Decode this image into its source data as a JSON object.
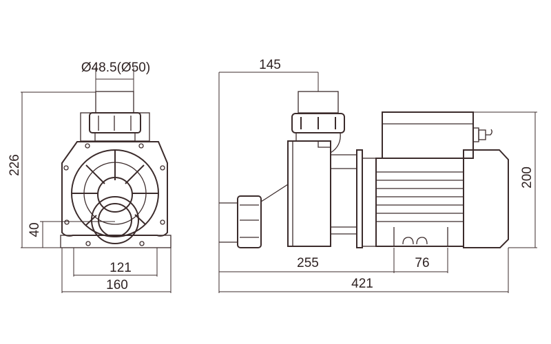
{
  "drawing": {
    "front_view": {
      "dimensions": {
        "pipe_diameter": "Ø48.5(Ø50)",
        "height": "226",
        "outlet_height": "40",
        "base_hole_spacing": "121",
        "base_width": "160"
      }
    },
    "side_view": {
      "dimensions": {
        "outlet_offset": "145",
        "height": "200",
        "foot_offset": "255",
        "foot_spacing": "76",
        "length": "421"
      }
    },
    "line_color": "#3b2b2b"
  }
}
